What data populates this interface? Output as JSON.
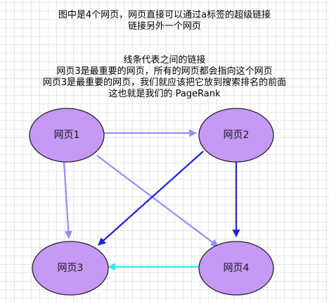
{
  "description": {
    "intro": [
      "图中是4个网页，网页直接可以通过a标签的超级链接",
      "链接另外一个网页"
    ],
    "explain": [
      "线条代表之间的链接",
      "网页3是最重要的网页，所有的网页都会指向这个网页",
      "网页3是最重要的网页，我们就应该把它放到搜索排名的前面",
      "这也就是我们的 PageRank"
    ]
  },
  "nodes": [
    {
      "id": "page1",
      "label": "网页1"
    },
    {
      "id": "page2",
      "label": "网页2"
    },
    {
      "id": "page3",
      "label": "网页3"
    },
    {
      "id": "page4",
      "label": "网页4"
    }
  ],
  "edges": [
    {
      "from": "page1",
      "to": "page2",
      "color": "#8f8fff"
    },
    {
      "from": "page1",
      "to": "page3",
      "color": "#8f8fff"
    },
    {
      "from": "page1",
      "to": "page4",
      "color": "#8f8fff"
    },
    {
      "from": "page2",
      "to": "page3",
      "color": "#2020e0"
    },
    {
      "from": "page2",
      "to": "page4",
      "color": "#2020e0"
    },
    {
      "from": "page4",
      "to": "page3",
      "color": "#33e8e8"
    }
  ],
  "colors": {
    "node_fill": "#c699f7",
    "node_stroke": "#222222",
    "edge_light": "#8f8fff",
    "edge_dark": "#2020e0",
    "edge_cyan": "#33e8e8"
  }
}
